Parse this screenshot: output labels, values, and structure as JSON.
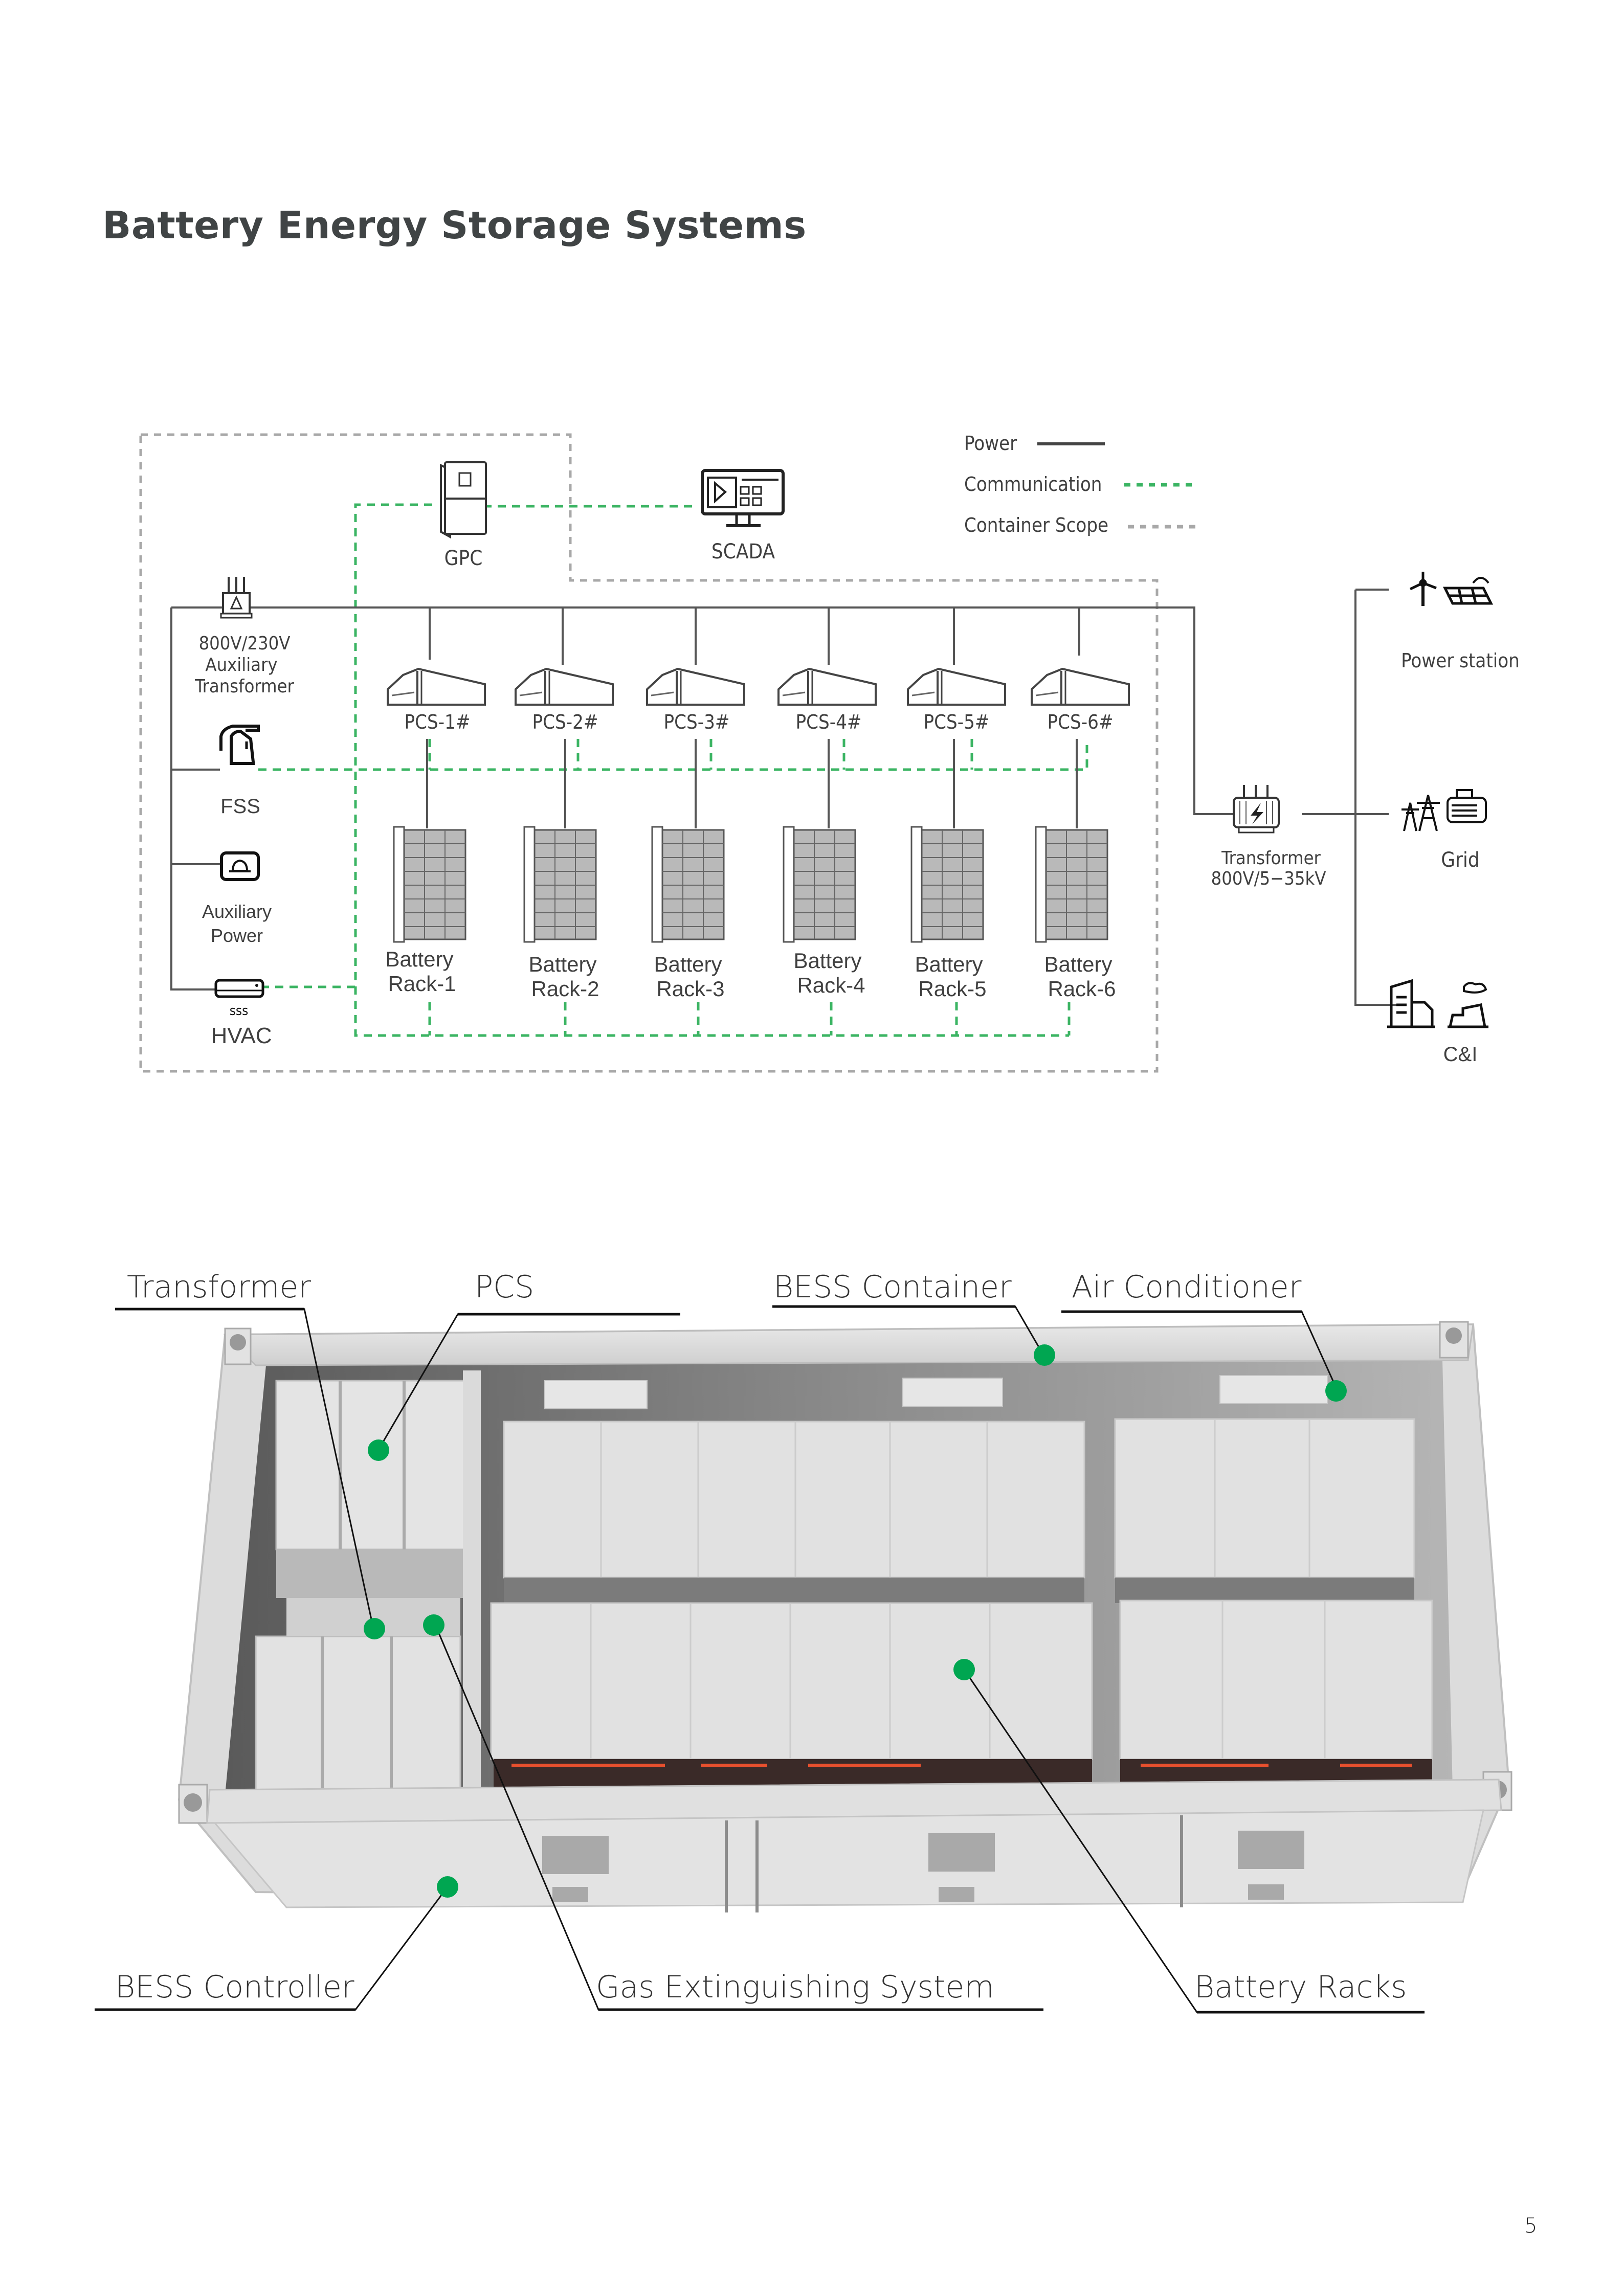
{
  "page": {
    "title": "Battery Energy Storage Systems",
    "page_number": "5"
  },
  "legend": {
    "items": [
      {
        "label": "Power",
        "style": "solid",
        "color": "#444444"
      },
      {
        "label": "Communication",
        "style": "dotted",
        "color": "#3bb463"
      },
      {
        "label": "Container Scope",
        "style": "dashed",
        "color": "#a8a8a8"
      }
    ]
  },
  "colors": {
    "communication": "#3bb463",
    "scope": "#a8a8a8",
    "power": "#555555",
    "callout_dot": "#00a651",
    "title": "#404445"
  },
  "diagram": {
    "gpc": {
      "label": "GPC",
      "icon": "control-cabinet-icon"
    },
    "scada": {
      "label": "SCADA",
      "icon": "monitor-icon"
    },
    "aux_transformer": {
      "line1": "800V/230V",
      "line2": "Auxiliary",
      "line3": "Transformer",
      "icon": "transformer-icon"
    },
    "fss": {
      "label": "FSS",
      "icon": "fire-extinguisher-icon"
    },
    "aux_power": {
      "line1": "Auxiliary",
      "line2": "Power",
      "icon": "bell-icon"
    },
    "hvac": {
      "label": "HVAC",
      "icon": "air-conditioner-icon"
    },
    "pcs": [
      {
        "label": "PCS-1#"
      },
      {
        "label": "PCS-2#"
      },
      {
        "label": "PCS-3#"
      },
      {
        "label": "PCS-4#"
      },
      {
        "label": "PCS-5#"
      },
      {
        "label": "PCS-6#"
      }
    ],
    "racks": [
      {
        "line1": "Battery",
        "line2": "Rack-1"
      },
      {
        "line1": "Battery",
        "line2": "Rack-2"
      },
      {
        "line1": "Battery",
        "line2": "Rack-3"
      },
      {
        "line1": "Battery",
        "line2": "Rack-4"
      },
      {
        "line1": "Battery",
        "line2": "Rack-5"
      },
      {
        "line1": "Battery",
        "line2": "Rack-6"
      }
    ],
    "main_transformer": {
      "line1": "Transformer",
      "line2": "800V/5−35kV",
      "icon": "transformer-icon"
    },
    "outputs": [
      {
        "label": "Power station",
        "icon": "wind-solar-icon"
      },
      {
        "label": "Grid",
        "icon": "transmission-tower-icon"
      },
      {
        "label": "C&I",
        "icon": "building-factory-icon"
      }
    ]
  },
  "container_callouts": {
    "top": [
      {
        "label": "Transformer"
      },
      {
        "label": "PCS"
      },
      {
        "label": "BESS Container"
      },
      {
        "label": "Air Conditioner"
      }
    ],
    "bottom": [
      {
        "label": "BESS Controller"
      },
      {
        "label": "Gas Extinguishing System"
      },
      {
        "label": "Battery Racks"
      }
    ]
  }
}
